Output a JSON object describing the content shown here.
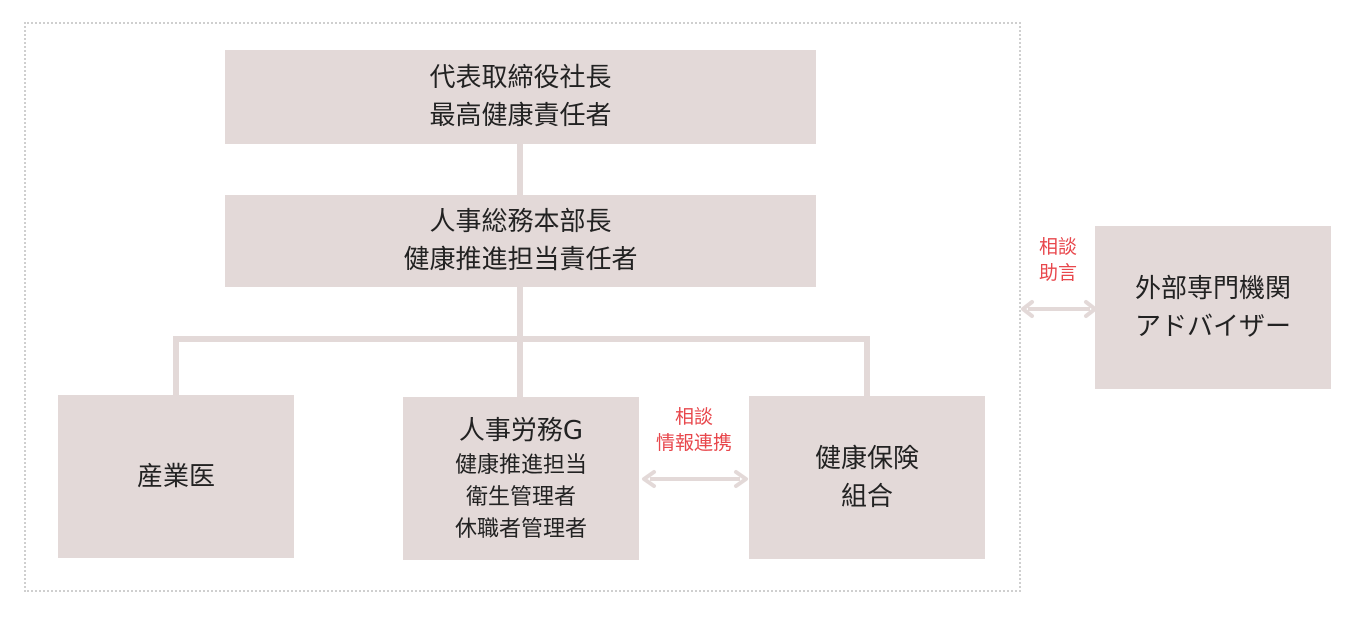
{
  "ceo": {
    "line1": "代表取締役社長",
    "line2": "最高健康責任者"
  },
  "hr_director": {
    "line1": "人事総務本部長",
    "line2": "健康推進担当責任者"
  },
  "occupational_physician": {
    "label": "産業医"
  },
  "hr_labor_group": {
    "title": "人事労務G",
    "roles": [
      "健康推進担当",
      "衛生管理者",
      "休職者管理者"
    ]
  },
  "health_insurance": {
    "line1": "健康保険",
    "line2": "組合"
  },
  "external_advisor": {
    "line1": "外部専門機関",
    "line2": "アドバイザー"
  },
  "links": {
    "internal": {
      "line1": "相談",
      "line2": "情報連携"
    },
    "external": {
      "line1": "相談",
      "line2": "助言"
    }
  },
  "colors": {
    "box_fill": "#e3d9d8",
    "connector": "#e3d9d8",
    "note_text": "#e8474c",
    "frame_border": "#cfcfcf"
  }
}
